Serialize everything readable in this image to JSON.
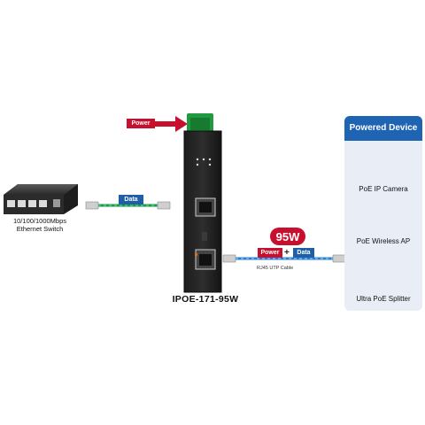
{
  "switch": {
    "label_line1": "10/100/1000Mbps",
    "label_line2": "Ethernet Switch"
  },
  "data_badge": "Data",
  "power_badge": "Power",
  "injector": {
    "model": "IPOE-171-95W"
  },
  "output": {
    "wattage": "95W",
    "power_label": "Power",
    "plus": "+",
    "data_label": "Data",
    "cable_label": "RJ45 UTP Cable"
  },
  "powered_device": {
    "title": "Powered Device",
    "devices": [
      {
        "label": "PoE IP Camera",
        "icon": "ip-camera-icon"
      },
      {
        "label": "PoE Wireless AP",
        "icon": "wireless-ap-icon"
      },
      {
        "label": "Ultra PoE Splitter",
        "icon": "poe-splitter-icon"
      }
    ]
  },
  "colors": {
    "power_red": "#c8102e",
    "data_blue": "#1f5ea8",
    "panel_blue": "#1f63b3",
    "cable_green": "#1a9a4a",
    "cable_blue": "#2c7fd0"
  }
}
